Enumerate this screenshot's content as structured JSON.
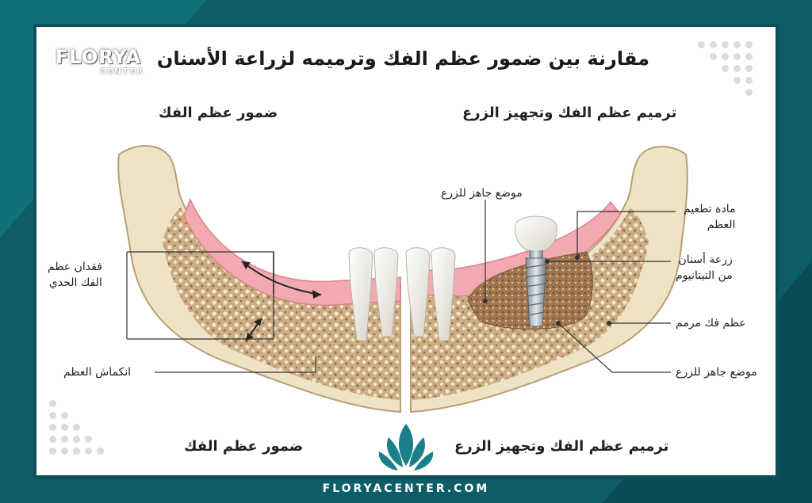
{
  "brand": {
    "logo_top": "FLORYA",
    "logo_bottom": "CENTER",
    "footer_url": "FLORYACENTER.COM"
  },
  "title": "مقارنة بين ضمور عظم الفك وترميمه لزراعة الأسنان",
  "left_panel": {
    "heading": "ضمور عظم الفك",
    "caption": "ضمور عظم الفك",
    "labels": {
      "bone_loss": [
        "فقدان عظم",
        "الفك الحدي"
      ],
      "shrinkage": "انكماش العظم"
    }
  },
  "right_panel": {
    "heading": "ترميم عظم الفك وتجهيز الزرع",
    "caption": "ترميم عظم الفك وتجهيز الزرع",
    "labels": {
      "site_ready_top": "موضع جاهز للزرع",
      "graft_material": [
        "مادة تطعيم",
        "العظم"
      ],
      "titanium_implant": [
        "زرعة أسنان",
        "من التيتانيوم"
      ],
      "restored_bone": "عظم فك مرمم",
      "site_ready_bottom": "موضع جاهز للزرع"
    }
  },
  "colors": {
    "frame": "#0d5d68",
    "accent": "#1a7f88",
    "gum": "#f2a9b0",
    "bone": "#efe3c6",
    "spongy": "#a9865f"
  }
}
